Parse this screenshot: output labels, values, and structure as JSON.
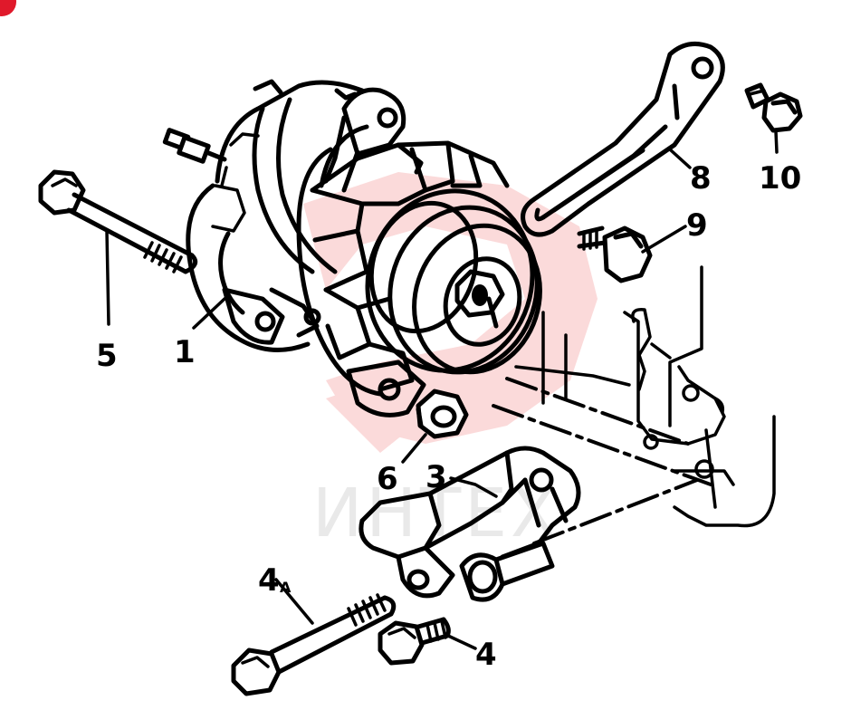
{
  "watermark": {
    "text": "ИНТЕХ",
    "color": "#e6e6e6",
    "logo_color": "#f8c9c9"
  },
  "accent_color": "#e0192b",
  "callouts": {
    "c1": "1",
    "c3": "3",
    "c4": "4",
    "c4a_num": "4",
    "c4a_sub": "A",
    "c5": "5",
    "c6": "6",
    "c8": "8",
    "c9": "9",
    "c10": "10"
  }
}
